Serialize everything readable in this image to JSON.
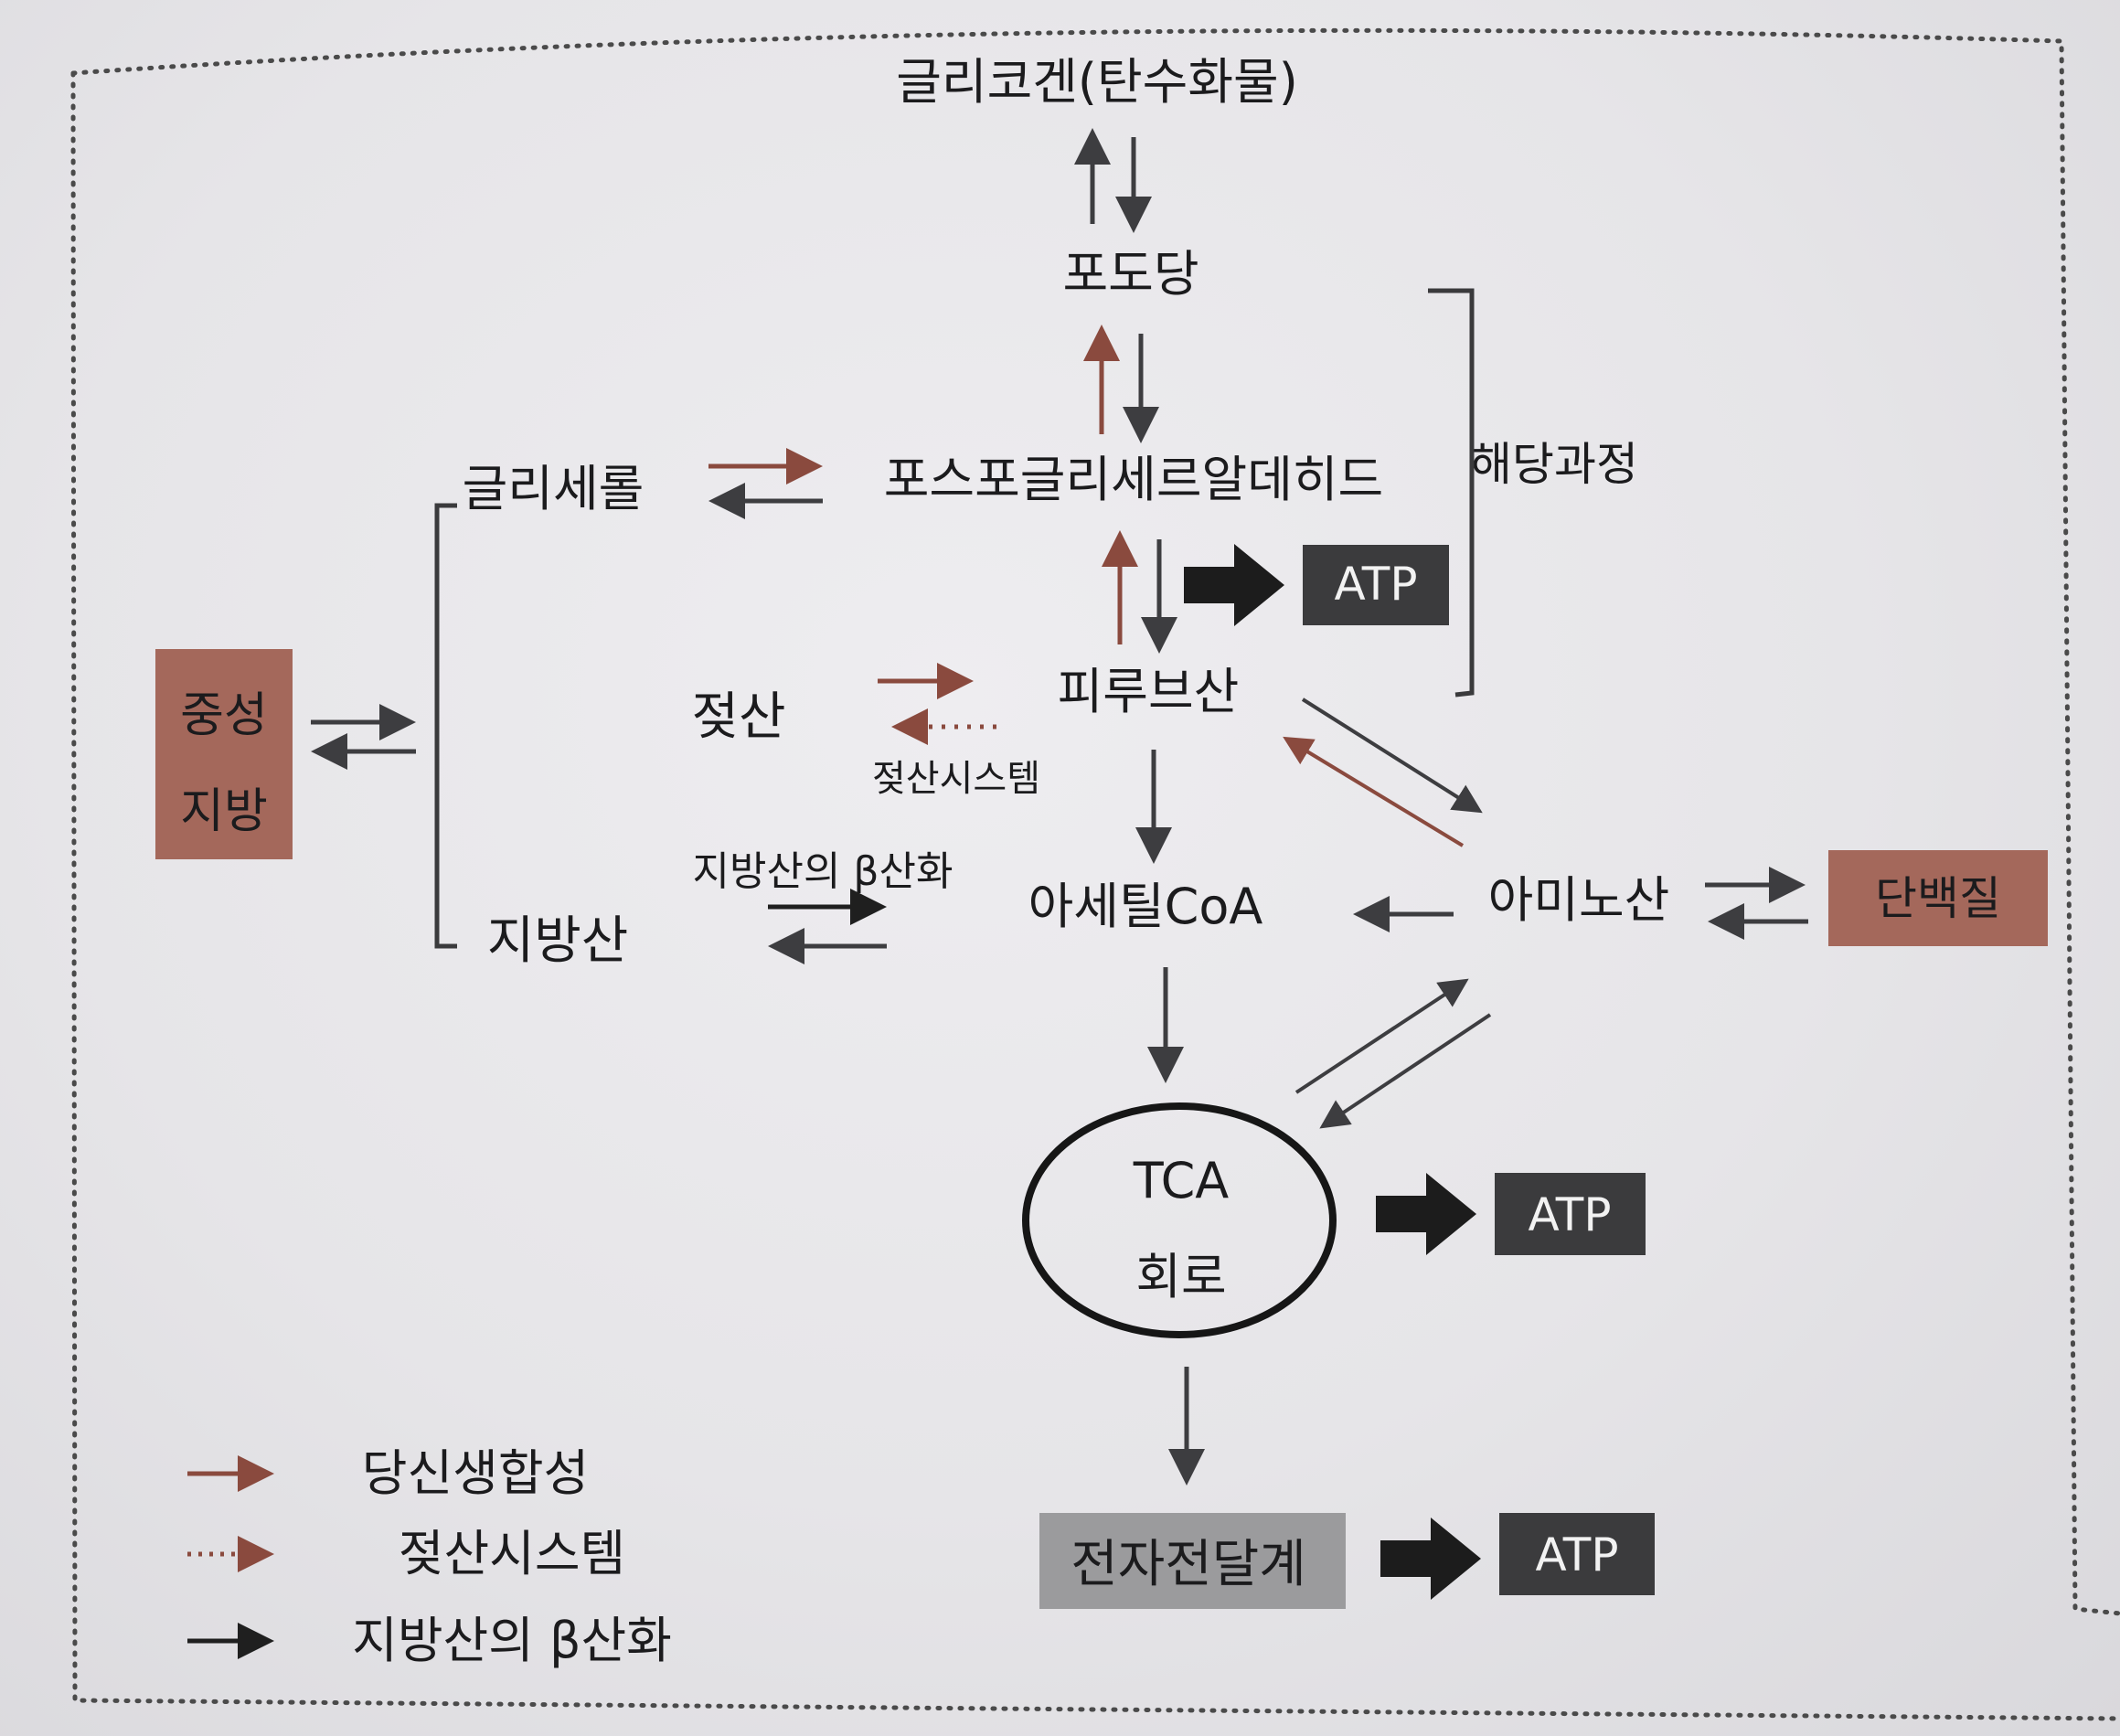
{
  "nodes": {
    "glycogen": "글리코겐(탄수화물)",
    "glucose": "포도당",
    "pga": "포스포글리세르알데히드",
    "glycerol": "글리세롤",
    "neutral_fat_line1": "중성",
    "neutral_fat_line2": "지방",
    "lactate": "젖산",
    "pyruvate": "피루브산",
    "lactate_system_label": "젖산시스템",
    "beta_oxidation_label": "지방산의 β산화",
    "fatty_acid": "지방산",
    "acetyl_coa": "아세틸CoA",
    "amino_acid": "아미노산",
    "protein": "단백질",
    "tca_line1": "TCA",
    "tca_line2": "회로",
    "etc": "전자전달계",
    "glycolysis": "해당과정",
    "atp1": "ATP",
    "atp2": "ATP",
    "atp3": "ATP"
  },
  "legend": [
    {
      "label": "당신생합성",
      "style": "solid",
      "color": "#8a4a3e"
    },
    {
      "label": "젖산시스템",
      "style": "dotted",
      "color": "#8a4a3e"
    },
    {
      "label": "지방산의 β산화",
      "style": "solid",
      "color": "#1f1f1f"
    }
  ],
  "colors": {
    "gluconeogenesis": "#8a4a3e",
    "default_arrow": "#3d3d40",
    "fat_protein_box": "#a4685b",
    "atp_box": "#3b3b3d",
    "etc_box": "#9b9b9d",
    "dotted_frame": "#4a4a4a"
  }
}
